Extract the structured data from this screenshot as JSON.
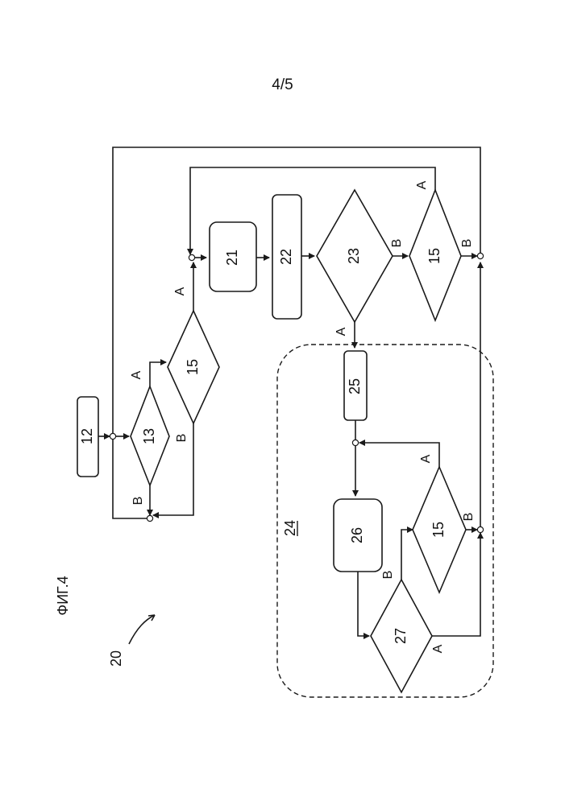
{
  "page": {
    "number": "4/5",
    "figure_label": "ФИГ.4",
    "figure_ref": "20"
  },
  "blocks": {
    "b12": "12",
    "b13": "13",
    "b15_1": "15",
    "b21": "21",
    "b22": "22",
    "b23": "23",
    "b15_2": "15",
    "b24": "24",
    "b25": "25",
    "b26": "26",
    "b27": "27",
    "b15_3": "15"
  },
  "branches": {
    "a": "A",
    "b": "B"
  },
  "colors": {
    "line": "#1a1a1a",
    "background": "#ffffff"
  }
}
